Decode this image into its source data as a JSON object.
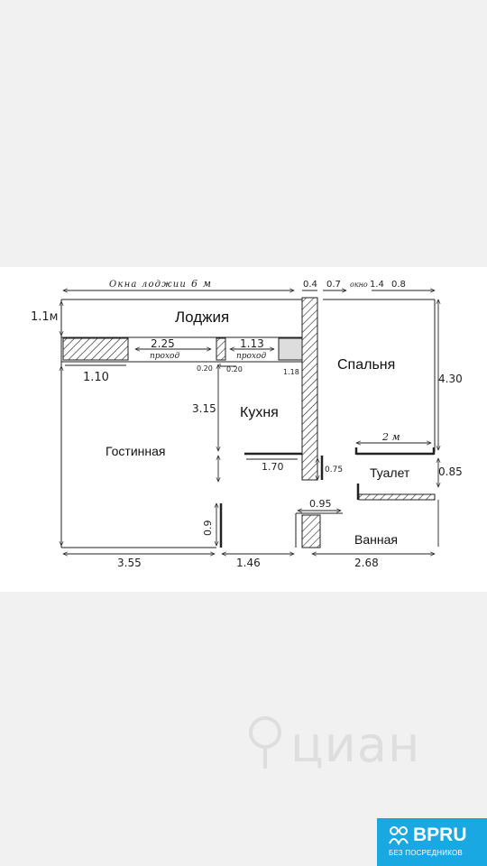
{
  "plan": {
    "rooms": {
      "loggia": "Лоджия",
      "bedroom": "Спальня",
      "kitchen": "Кухня",
      "living_room": "Гостинная",
      "toilet": "Туалет",
      "bathroom": "Ванная"
    },
    "top_labels": {
      "loggia_windows": "Окна лоджии",
      "loggia_windows_len": "6 м",
      "d_0_4": "0.4",
      "d_0_7": "0.7",
      "window": "окно",
      "d_1_4": "1.4",
      "d_0_8": "0.8"
    },
    "dimensions": {
      "loggia_depth": "1.1м",
      "pass_1_width": "2.25",
      "pass_1_label": "проход",
      "pass_2_width": "1.13",
      "pass_2_label": "проход",
      "pier_left": "1.10",
      "pier_mid_a": "0.20",
      "pier_mid_b": "0.20",
      "pier_right": "1.18",
      "bedroom_height": "4.30",
      "kitchen_height": "3.15",
      "bedroom_partition": "2 м",
      "kitchen_partition": "1.70",
      "door_075": "0.75",
      "toilet_height": "0.85",
      "bath_entry": "0.95",
      "living_door": "0.9",
      "bottom_left": "3.55",
      "bottom_mid": "1.46",
      "bottom_right": "2.68"
    }
  },
  "watermark": {
    "text": "циан"
  },
  "brand": {
    "name": "BPRU",
    "tagline": "БЕЗ ПОСРЕДНИКОВ",
    "color": "#1aa8e2"
  }
}
